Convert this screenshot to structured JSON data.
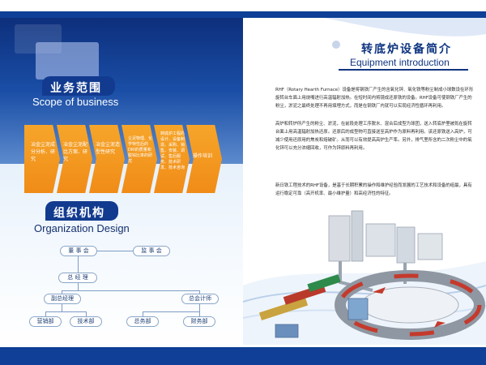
{
  "scope": {
    "title_cn": "业务范围",
    "title_en": "Scope of business",
    "items": [
      "冶金尘泥成分分析、研究",
      "冶金尘泥配比方案、研究",
      "冶金尘泥造型性研究",
      "尘泥物理、化学特性后的DRI的质量和脱锌比率的研究",
      "转底炉工程的设计、设备制造、采购、销售、安装、调试、售后服务、技术研发、技术咨询",
      "操作培训"
    ]
  },
  "org": {
    "title_cn": "组织机构",
    "title_en": "Organization Design",
    "board": "董 事 会",
    "supervisors": "监 事 会",
    "gm": "总 经 理",
    "deputy_gm": "副总经理",
    "chief_accountant": "总会计师",
    "sales": "营销部",
    "tech": "技术部",
    "general": "总务部",
    "finance": "财务部"
  },
  "intro": {
    "title_cn": "转底炉设备简介",
    "title_en": "Equipment introduction",
    "p1": "RHF（Rotary Hearth Furnace）设备是将钢铁厂产生的含氧化锌、氧化铁等粉尘制成小球数设在环形旋转台车面上用烧嘴进行高温辐射加热。在短时间内将镜成还原铁的设备。RHF设备可使钢铁厂产生的粉尘，淤泥之最终处理不再用填埋方式，而是在钢铁厂内就可以实现经济性循环再利用。",
    "p2": "高炉和转炉所产生的粉尘、淤泥，在前段处理工序脱水、混合后成型为球团，送入转底炉里被氮在旋转台面上用高温辐射加热还原。还原后的成型物可直接送至高炉作为原料再利用。该还原铁送入高炉，可减少使用还原用的焦炭和熔破矿。从而可以有效提高高炉生产率。另外，排气里所含的二次粉尘中的氧化锌可以充分浓缩回收，可作为锌原料再利用。",
    "p3": "新日铁工程技术的RHF设备，是基于长期积累的操作和维护经验而发展的工艺技术和设备的组最，具有运行稳定可靠（高开机率、最小维护量）和高经济性的特征。"
  },
  "colors": {
    "brand_blue": "#0f3f96",
    "arrow_orange": "#f39a1e"
  }
}
